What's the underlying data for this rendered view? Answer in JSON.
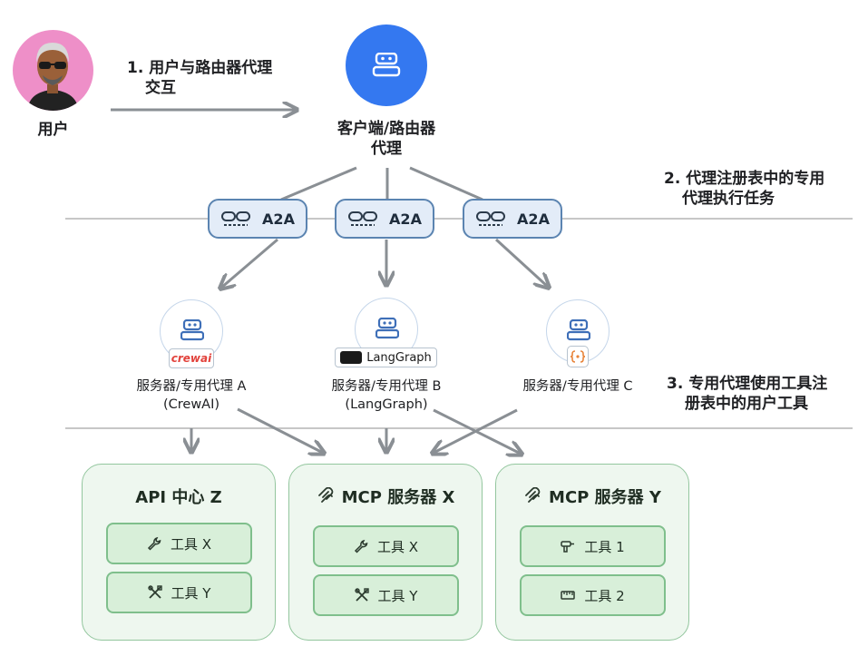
{
  "user": {
    "label": "用户"
  },
  "step1": {
    "line1": "1. 用户与路由器代理",
    "line2": "交互"
  },
  "router": {
    "line1": "客户端/路由器",
    "line2": "代理"
  },
  "step2": {
    "line1": "2. 代理注册表中的专用",
    "line2": "代理执行任务"
  },
  "step3": {
    "line1": "3. 专用代理使用工具注",
    "line2": "册表中的用户工具"
  },
  "a2a": [
    "A2A",
    "A2A",
    "A2A"
  ],
  "agents": [
    {
      "line1": "服务器/专用代理 A",
      "line2": "(CrewAI)",
      "badge": "crewai"
    },
    {
      "line1": "服务器/专用代理 B",
      "line2": "(LangGraph)",
      "badge": "LangGraph"
    },
    {
      "line1": "服务器/专用代理 C",
      "line2": "",
      "badge": ""
    }
  ],
  "groups": [
    {
      "title": "API 中心 Z",
      "tools": [
        {
          "label": "工具 X",
          "icon": "wrench-icon"
        },
        {
          "label": "工具 Y",
          "icon": "crossed-tools-icon"
        }
      ]
    },
    {
      "title": "MCP 服务器 X",
      "tools": [
        {
          "label": "工具 X",
          "icon": "wrench-icon"
        },
        {
          "label": "工具 Y",
          "icon": "crossed-tools-icon"
        }
      ]
    },
    {
      "title": "MCP 服务器 Y",
      "tools": [
        {
          "label": "工具 1",
          "icon": "drill-icon"
        },
        {
          "label": "工具 2",
          "icon": "ruler-icon"
        }
      ]
    }
  ],
  "colors": {
    "router": "#3478f0",
    "a2a_border": "#5b84b1",
    "a2a_fill": "#e3ecf8",
    "group_border": "#93c69e",
    "group_fill": "#eef7ef",
    "tool_border": "#7fbf8c",
    "tool_fill": "#d8efd9",
    "arrow": "#8a8f94",
    "avatar_bg": "#ee8fc8"
  }
}
